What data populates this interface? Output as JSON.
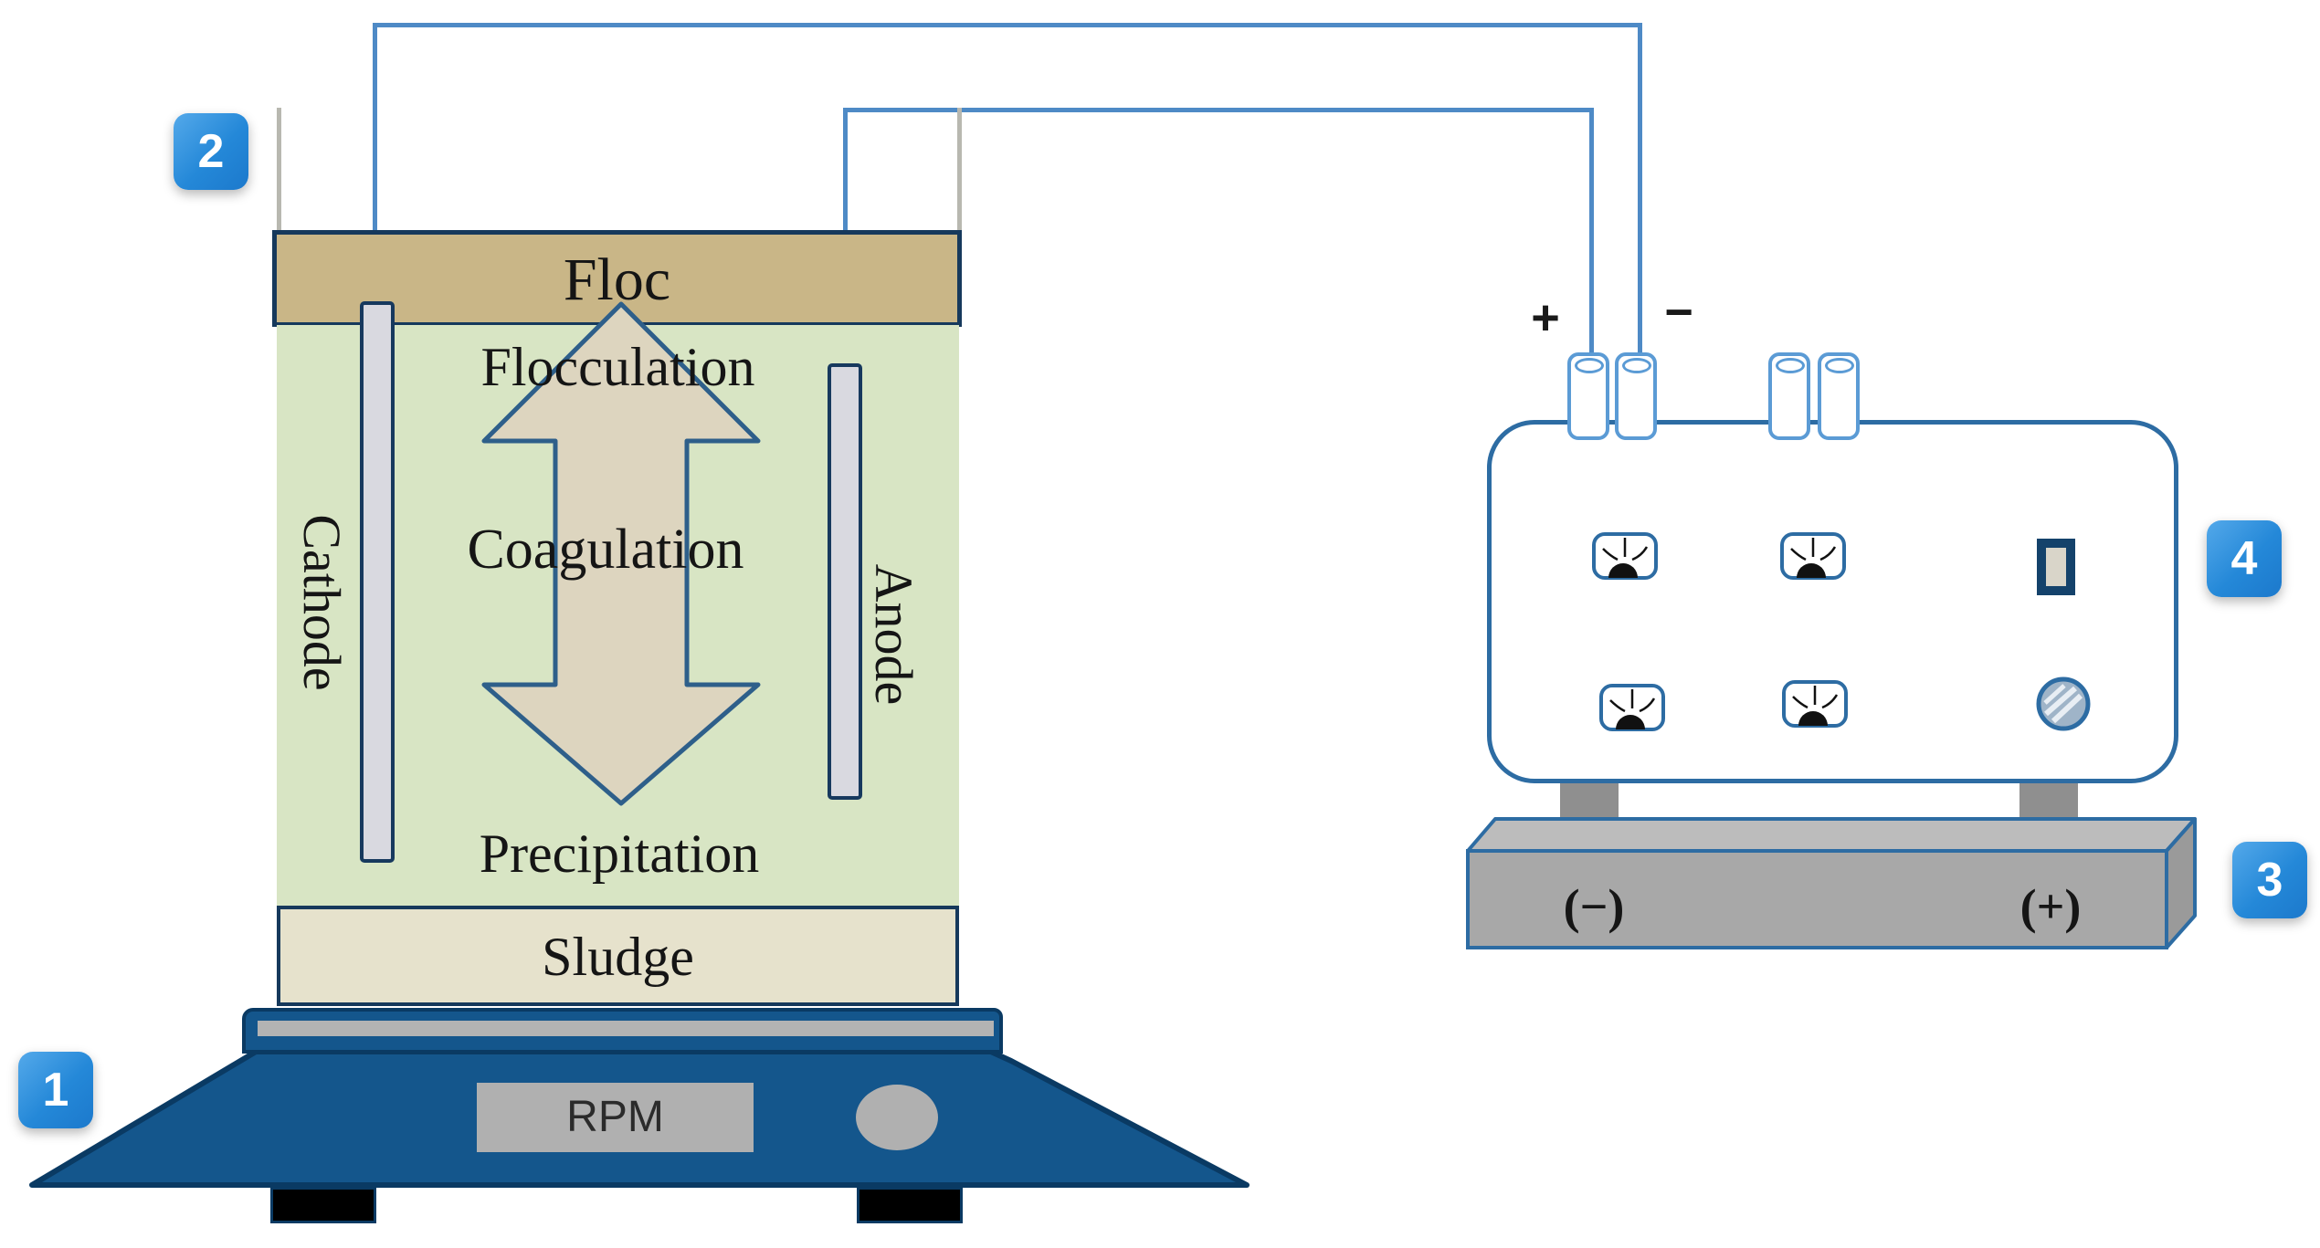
{
  "diagram": {
    "beaker": {
      "floc_label": "Floc",
      "flocculation_label": "Flocculation",
      "coagulation_label": "Coagulation",
      "precipitation_label": "Precipitation",
      "sludge_label": "Sludge",
      "cathode_label": "Cathode",
      "anode_label": "Anode"
    },
    "stirrer": {
      "display_label": "RPM"
    },
    "power_supply": {
      "positive_terminal_label": "+",
      "negative_terminal_label": "−"
    },
    "base": {
      "negative_label": "(−)",
      "positive_label": "(+)"
    },
    "badges": [
      {
        "number": "1"
      },
      {
        "number": "2"
      },
      {
        "number": "3"
      },
      {
        "number": "4"
      }
    ],
    "colors": {
      "wire": "#4e8ac6",
      "navy": "#16395c",
      "blue": "#14568c",
      "blueDark": "#0a3a63",
      "tan": "#c9b687",
      "green": "#d8e5c4",
      "beige": "#e6e2cc",
      "arrowFill": "#ddd5bf",
      "psline": "#2d6ca3",
      "terminal": "#5b9bd5",
      "grayBase": "#a8a8a8",
      "badge": "#2488d8"
    }
  }
}
